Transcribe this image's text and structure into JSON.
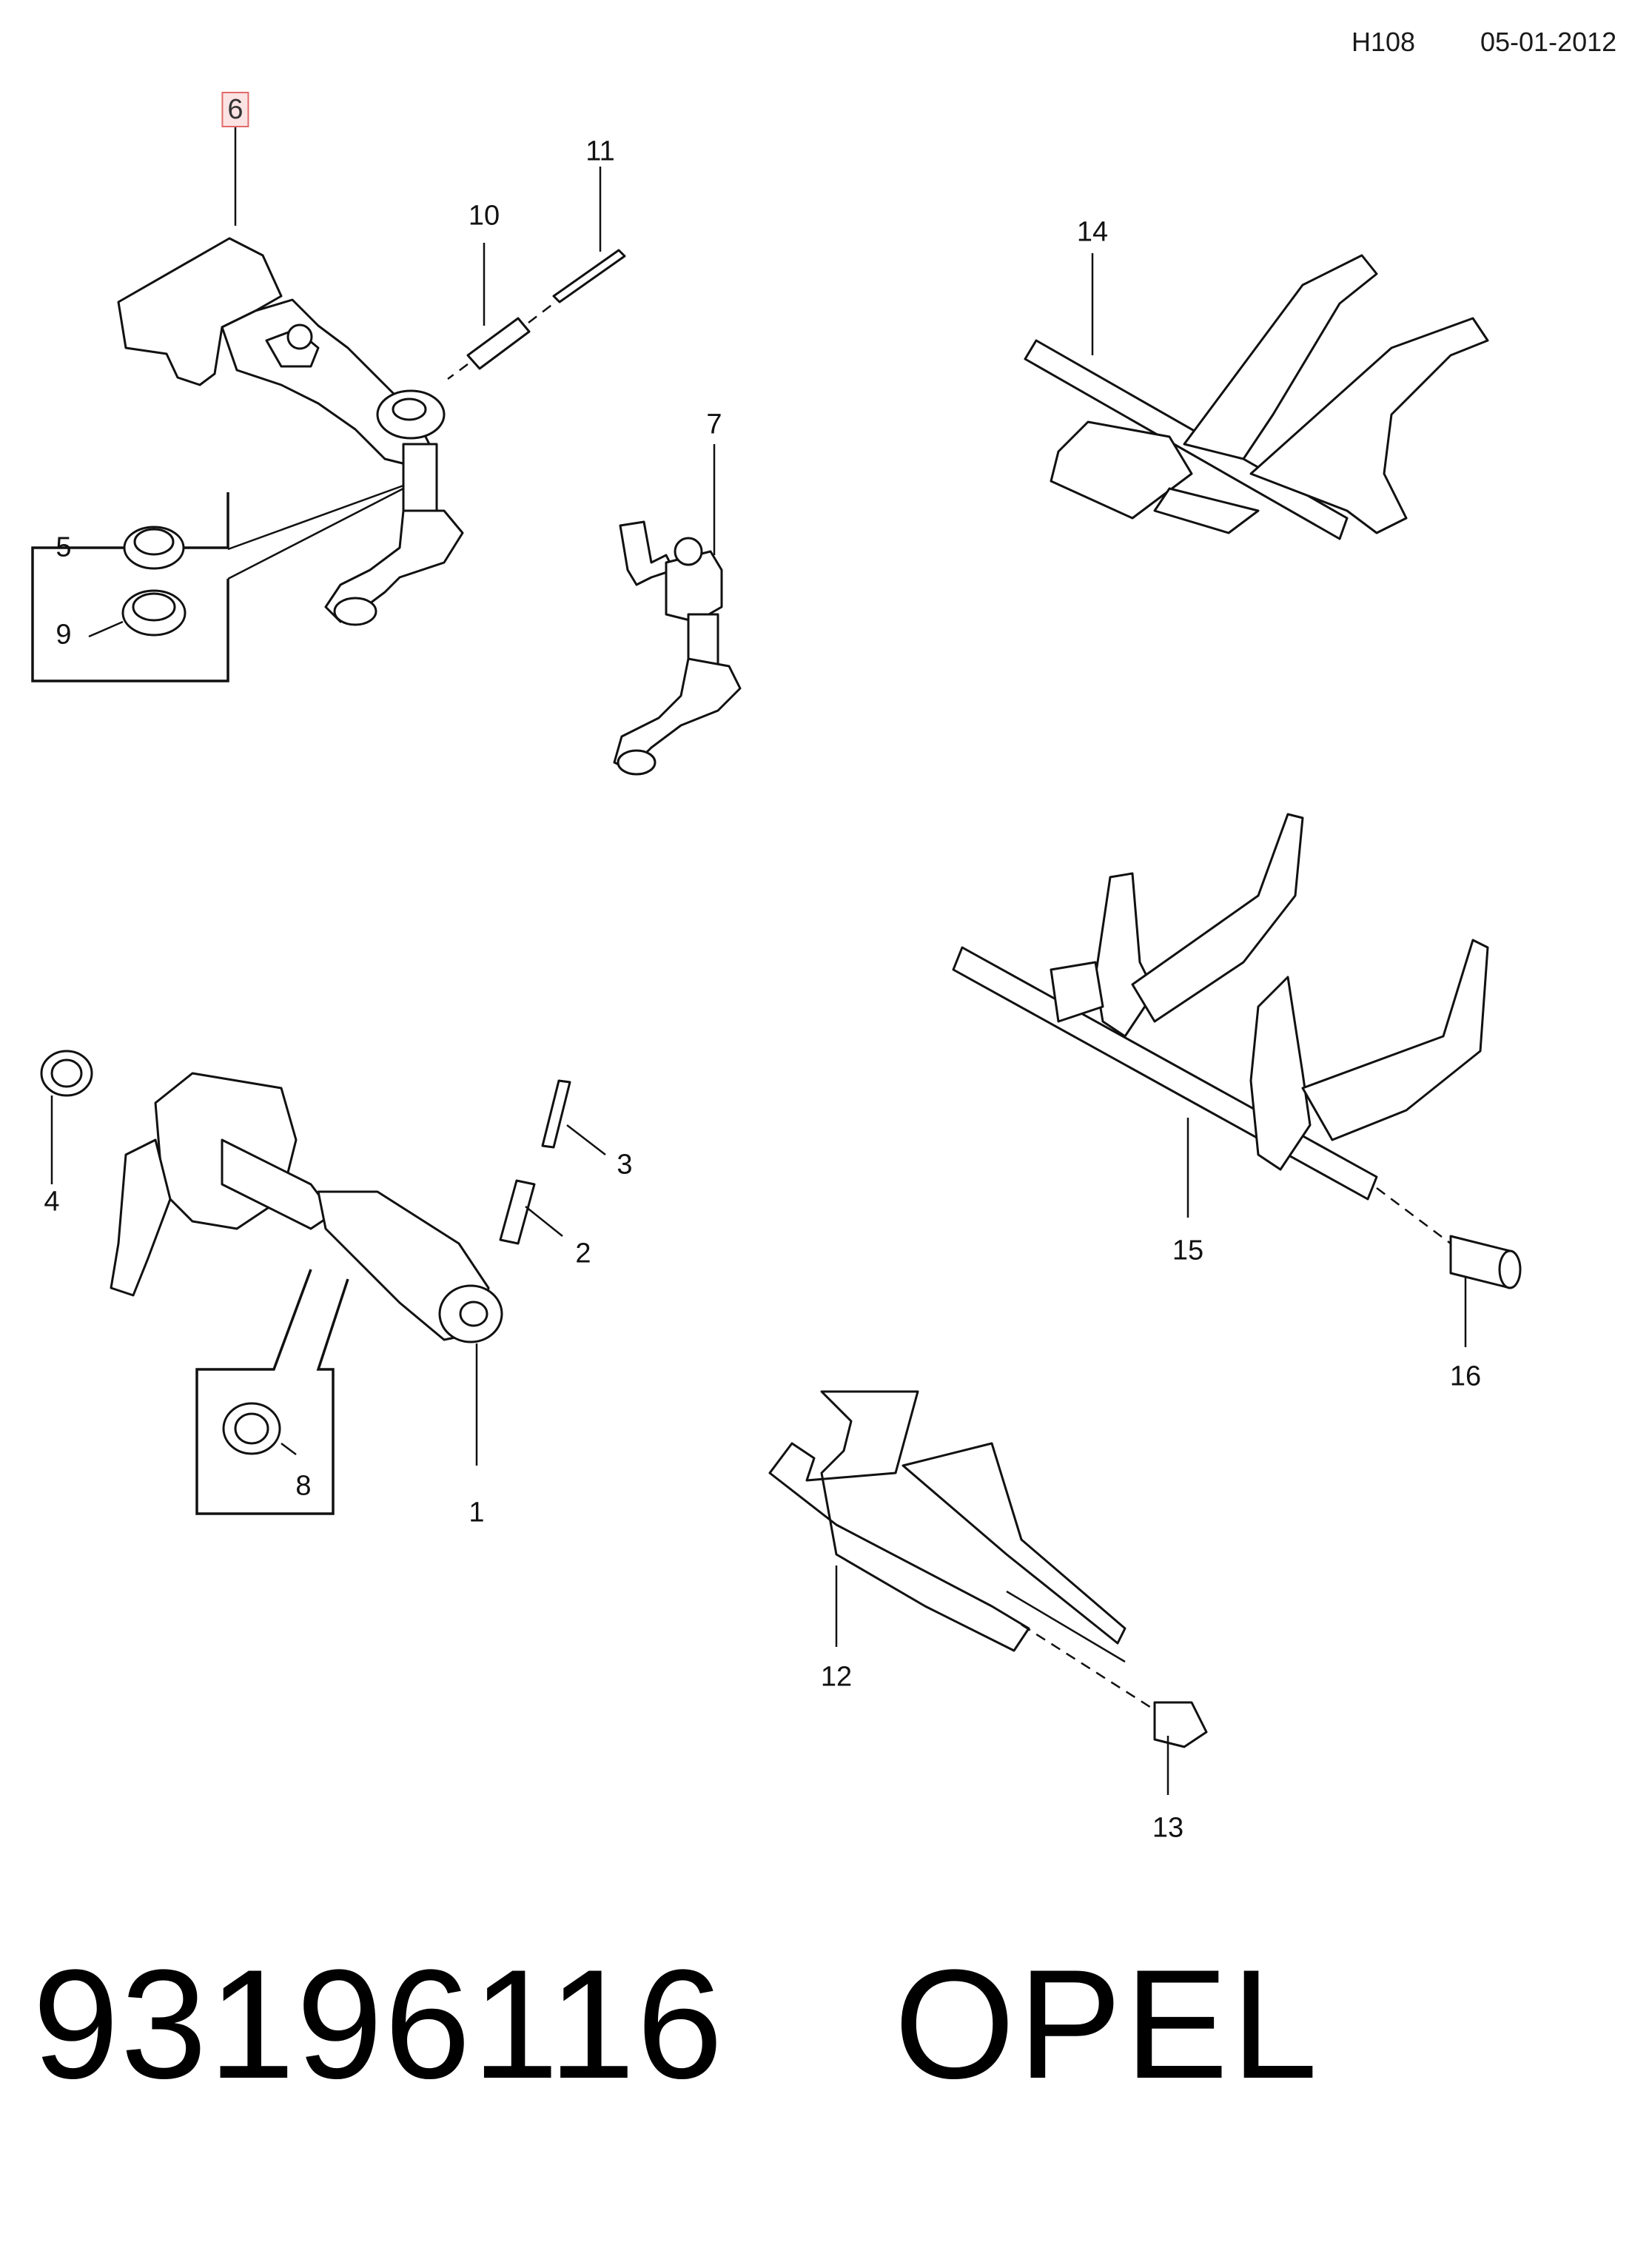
{
  "header": {
    "code": "H108",
    "date": "05-01-2012"
  },
  "callouts": [
    {
      "id": "6",
      "label": "6",
      "highlighted": true
    },
    {
      "id": "11",
      "label": "11"
    },
    {
      "id": "10",
      "label": "10"
    },
    {
      "id": "5",
      "label": "5"
    },
    {
      "id": "9",
      "label": "9"
    },
    {
      "id": "7",
      "label": "7"
    },
    {
      "id": "14",
      "label": "14"
    },
    {
      "id": "4",
      "label": "4"
    },
    {
      "id": "3",
      "label": "3"
    },
    {
      "id": "2",
      "label": "2"
    },
    {
      "id": "8",
      "label": "8"
    },
    {
      "id": "1",
      "label": "1"
    },
    {
      "id": "15",
      "label": "15"
    },
    {
      "id": "16",
      "label": "16"
    },
    {
      "id": "12",
      "label": "12"
    },
    {
      "id": "13",
      "label": "13"
    }
  ],
  "footer": {
    "part_number": "93196116",
    "brand": "OPEL"
  },
  "colors": {
    "highlight_border": "#e06a6a",
    "highlight_fill": "#fbe3e3",
    "line": "#111111"
  }
}
